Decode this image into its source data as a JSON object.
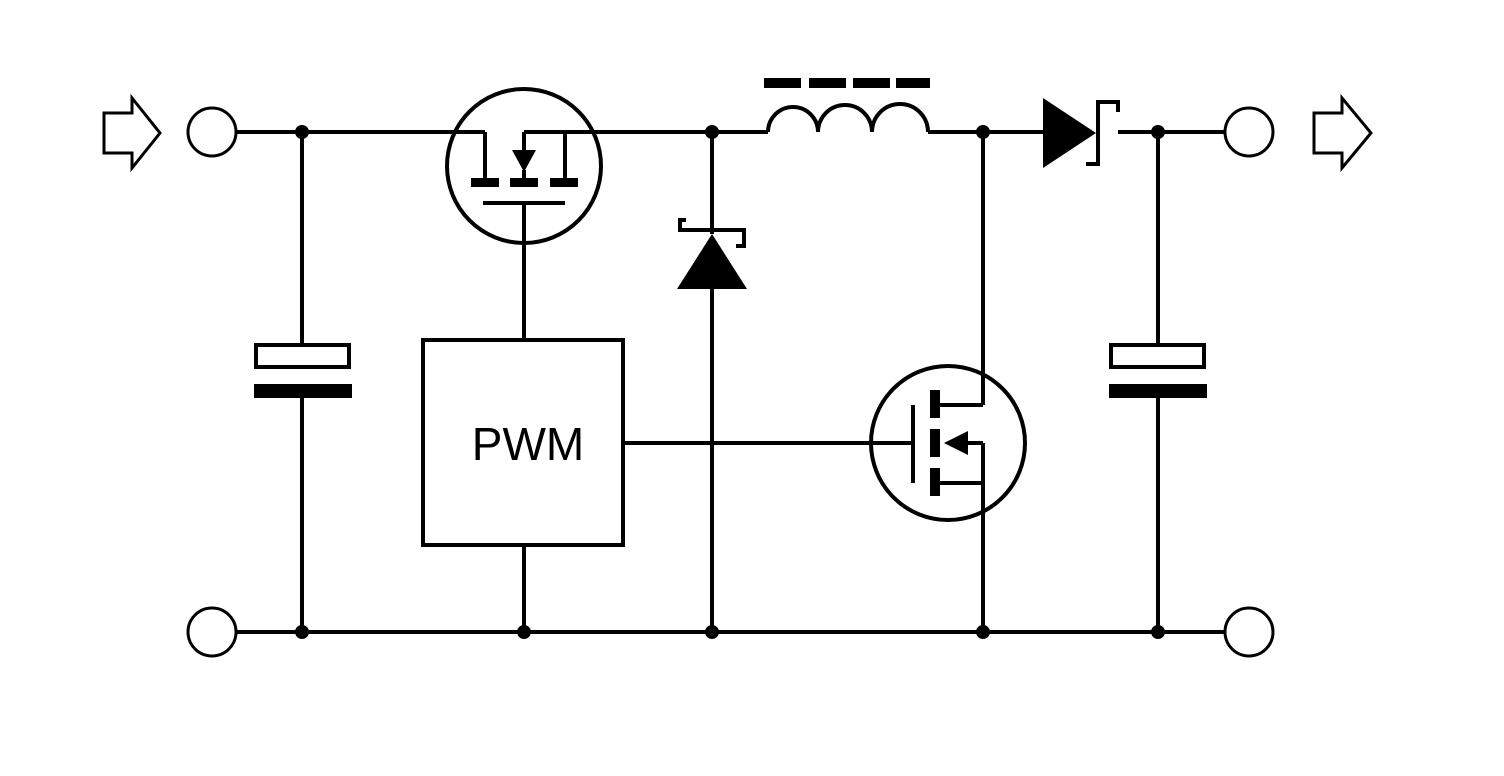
{
  "diagram": {
    "type": "circuit-schematic",
    "description_visible_text": {
      "controller_label": "PWM"
    },
    "colors": {
      "ink": "#000000",
      "background": "#ffffff"
    },
    "components": [
      {
        "name": "input-arrow-icon"
      },
      {
        "name": "output-arrow-icon"
      },
      {
        "name": "input-capacitor"
      },
      {
        "name": "output-capacitor"
      },
      {
        "name": "high-side-mosfet"
      },
      {
        "name": "low-side-mosfet"
      },
      {
        "name": "freewheel-diode"
      },
      {
        "name": "inductor"
      },
      {
        "name": "output-diode"
      },
      {
        "name": "pwm-controller"
      }
    ]
  }
}
